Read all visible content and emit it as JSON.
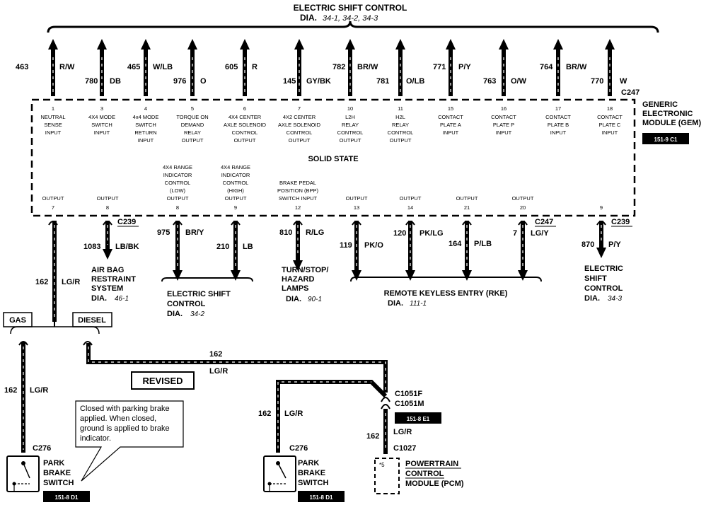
{
  "top_title": {
    "text": "ELECTRIC SHIFT CONTROL",
    "dia_prefix": "DIA.",
    "dia_refs": "34-1, 34-2, 34-3"
  },
  "module": {
    "connector_top": "C247",
    "name_lines": [
      "GENERIC",
      "ELECTRONIC",
      "MODULE (GEM)"
    ],
    "ref": "151-9 C1",
    "center_text": "SOLID STATE"
  },
  "top_pins": [
    {
      "pin": "1",
      "circuit": "463",
      "color": "R/W",
      "lines": [
        "NEUTRAL",
        "SENSE",
        "INPUT"
      ]
    },
    {
      "pin": "3",
      "circuit": "780",
      "color": "DB",
      "lines": [
        "4X4 MODE",
        "SWITCH",
        "INPUT"
      ]
    },
    {
      "pin": "4",
      "circuit": "465",
      "color": "W/LB",
      "lines": [
        "4x4 MODE",
        "SWITCH",
        "RETURN",
        "INPUT"
      ]
    },
    {
      "pin": "5",
      "circuit": "976",
      "color": "O",
      "lines": [
        "TORQUE ON",
        "DEMAND",
        "RELAY",
        "OUTPUT"
      ]
    },
    {
      "pin": "6",
      "circuit": "605",
      "color": "R",
      "lines": [
        "4X4 CENTER",
        "AXLE SOLENOID",
        "CONTROL",
        "OUTPUT"
      ]
    },
    {
      "pin": "7",
      "circuit": "145",
      "color": "GY/BK",
      "lines": [
        "4X2 CENTER",
        "AXLE SOLENOID",
        "CONTROL",
        "OUTPUT"
      ]
    },
    {
      "pin": "10",
      "circuit": "782",
      "color": "BR/W",
      "lines": [
        "L2H",
        "RELAY",
        "CONTROL",
        "OUTPUT"
      ]
    },
    {
      "pin": "11",
      "circuit": "781",
      "color": "O/LB",
      "lines": [
        "H2L",
        "RELAY",
        "CONTROL",
        "OUTPUT"
      ]
    },
    {
      "pin": "15",
      "circuit": "771",
      "color": "P/Y",
      "lines": [
        "CONTACT",
        "PLATE A",
        "INPUT"
      ]
    },
    {
      "pin": "16",
      "circuit": "763",
      "color": "O/W",
      "lines": [
        "CONTACT",
        "PLATE P",
        "INPUT"
      ]
    },
    {
      "pin": "17",
      "circuit": "764",
      "color": "BR/W",
      "lines": [
        "CONTACT",
        "PLATE B",
        "INPUT"
      ]
    },
    {
      "pin": "18",
      "circuit": "770",
      "color": "W",
      "lines": [
        "CONTACT",
        "PLATE C",
        "INPUT"
      ]
    }
  ],
  "bottom_pins": [
    {
      "pin": "7",
      "lines": [
        "OUTPUT"
      ]
    },
    {
      "pin": "8",
      "lines": [
        "OUTPUT"
      ],
      "connector": "C239",
      "circuit": "1083",
      "color": "LB/BK"
    },
    {
      "pin": "8",
      "lines": [
        "4X4 RANGE",
        "INDICATOR",
        "CONTROL",
        "(LOW)",
        "OUTPUT"
      ],
      "circuit": "975",
      "color": "BR/Y"
    },
    {
      "pin": "9",
      "lines": [
        "4X4 RANGE",
        "INDICATOR",
        "CONTROL",
        "(HIGH)",
        "OUTPUT"
      ],
      "circuit": "210",
      "color": "LB"
    },
    {
      "pin": "12",
      "lines": [
        "BRAKE PEDAL",
        "POSITION (BPP)",
        "SWITCH INPUT"
      ],
      "circuit": "810",
      "color": "R/LG"
    },
    {
      "pin": "13",
      "lines": [
        "OUTPUT"
      ],
      "circuit": "119",
      "color": "PK/O"
    },
    {
      "pin": "14",
      "lines": [
        "OUTPUT"
      ],
      "circuit": "120",
      "color": "PK/LG"
    },
    {
      "pin": "21",
      "lines": [
        "OUTPUT"
      ],
      "circuit": "164",
      "color": "P/LB"
    },
    {
      "pin": "20",
      "lines": [
        "OUTPUT"
      ],
      "connector": "C247",
      "circuit": "7",
      "color": "LG/Y"
    },
    {
      "pin": "9",
      "connector": "C239",
      "circuit": "870",
      "color": "P/Y"
    }
  ],
  "destinations": {
    "airbag": {
      "lines": [
        "AIR BAG",
        "RESTRAINT",
        "SYSTEM"
      ],
      "dia_prefix": "DIA.",
      "dia_ref": "46-1"
    },
    "esc_low": {
      "lines": [
        "ELECTRIC SHIFT",
        "CONTROL"
      ],
      "dia_prefix": "DIA.",
      "dia_ref": "34-2"
    },
    "turn": {
      "lines": [
        "TURN/STOP/",
        "HAZARD",
        "LAMPS"
      ],
      "dia_prefix": "DIA.",
      "dia_ref": "90-1"
    },
    "rke": {
      "lines": [
        "REMOTE KEYLESS ENTRY (RKE)"
      ],
      "dia_prefix": "DIA.",
      "dia_ref": "111-1"
    },
    "esc_right": {
      "lines": [
        "ELECTRIC",
        "SHIFT",
        "CONTROL"
      ],
      "dia_prefix": "DIA.",
      "dia_ref": "34-3"
    }
  },
  "lower": {
    "main_wire": {
      "circuit": "162",
      "color": "LG/R"
    },
    "gas_label": "GAS",
    "diesel_label": "DIESEL",
    "revised_label": "REVISED",
    "gas_wire": {
      "circuit": "162",
      "color": "LG/R"
    },
    "diesel_wire": {
      "circuit": "162",
      "color": "LG/R"
    },
    "mid_wire": {
      "circuit": "162",
      "color": "LG/R"
    },
    "pcm_wire": {
      "circuit": "162",
      "color": "LG/R"
    },
    "callout_text": "Closed with parking brake applied. When closed, ground is applied to brake indicator.",
    "park_left": {
      "connector": "C276",
      "lines": [
        "PARK",
        "BRAKE",
        "SWITCH"
      ],
      "ref": "151-8 D1"
    },
    "park_mid": {
      "connector": "C276",
      "lines": [
        "PARK",
        "BRAKE",
        "SWITCH"
      ],
      "ref": "151-8 D1"
    },
    "c1051": {
      "f": "C1051F",
      "m": "C1051M",
      "ref": "151-8 E1"
    },
    "pcm": {
      "connector": "C1027",
      "note": "*5",
      "lines": [
        "POWERTRAIN",
        "CONTROL",
        "MODULE (PCM)"
      ]
    }
  }
}
